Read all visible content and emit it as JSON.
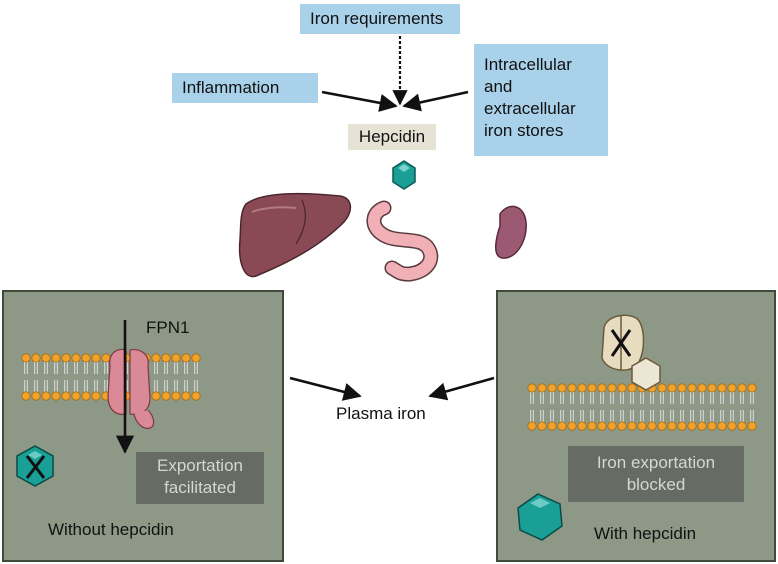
{
  "top": {
    "iron_requirements": "Iron requirements",
    "inflammation": "Inflammation",
    "stores_line1": "Intracellular",
    "stores_line2": "and",
    "stores_line3": "extracellular",
    "stores_line4": "iron stores",
    "hepcidin": "Hepcidin"
  },
  "center": {
    "plasma_iron": "Plasma iron"
  },
  "left_panel": {
    "fpn_label": "FPN1",
    "status_line1": "Exportation",
    "status_line2": "facilitated",
    "caption": "Without hepcidin"
  },
  "right_panel": {
    "status_line1": "Iron exportation",
    "status_line2": "blocked",
    "caption": "With hepcidin"
  },
  "colors": {
    "label_blue": "#a9d1ea",
    "hepcidin_bg": "#e6e2d4",
    "panel_bg": "#8d9986",
    "hepcidin_hex": "#1a9f96",
    "lipid_head": "#f0a22a",
    "fpn_protein": "#d98a96",
    "liver": "#8a4a55"
  }
}
